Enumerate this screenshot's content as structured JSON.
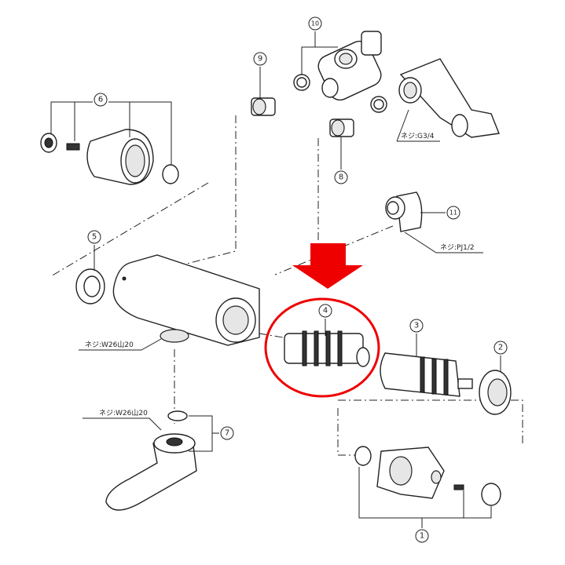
{
  "callouts": [
    "1",
    "2",
    "3",
    "4",
    "5",
    "6",
    "7",
    "8",
    "9",
    "10",
    "11"
  ],
  "thread_labels": {
    "g34": "ネジ:G3/4",
    "pj12": "ネジ:PJ1/2",
    "w26_body": "ネジ:W26山20",
    "w26_spout": "ネジ:W26山20"
  },
  "colors": {
    "highlight": "#ee0000",
    "line": "#222222"
  }
}
